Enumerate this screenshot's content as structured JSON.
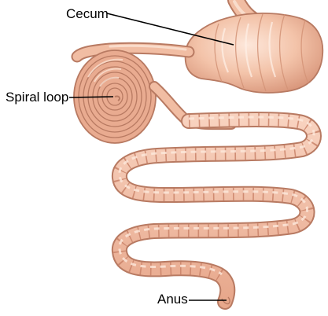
{
  "labels": {
    "cecum": "Cecum",
    "spiral_loop": "Spiral loop",
    "anus": "Anus"
  },
  "colors": {
    "tissue_outline": "#b87a62",
    "tissue_fill": "#f1bda3",
    "tissue_highlight": "#fbe3d4",
    "tissue_shadow": "#d08f74",
    "leader_line": "#000000"
  }
}
